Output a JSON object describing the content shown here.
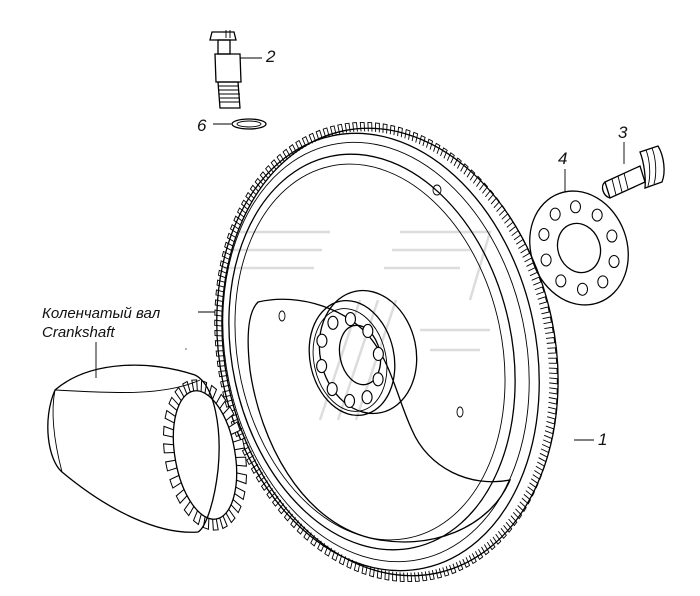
{
  "callouts": {
    "flywheel": "1",
    "pin": "2",
    "bolt": "3",
    "washer_plate": "4",
    "seal_ring": "6"
  },
  "crankshaft_label": {
    "line1": "Коленчатый вал",
    "line2": "Crankshaft"
  },
  "ring_gear": {
    "teeth": 140
  }
}
